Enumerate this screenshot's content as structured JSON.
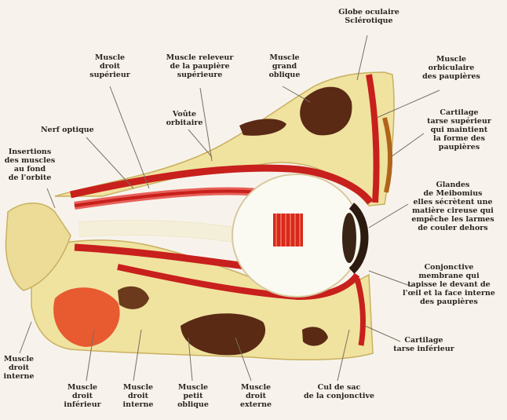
{
  "labels": {
    "globe": "Globe oculaire\nSclérotique",
    "muscle_droit_superieur": "Muscle\ndroit\nsupérieur",
    "muscle_releveur": "Muscle releveur\nde la paupière\nsupérieure",
    "muscle_grand_oblique": "Muscle\ngrand\noblique",
    "muscle_orbiculaire": "Muscle\norbiculaire\ndes paupières",
    "voute_orbitaire": "Voûte\norbitaire",
    "nerf_optique": "Nerf optique",
    "cartilage_tarse_superieur": "Cartilage\ntarse supérieur\nqui maintient\nla forme des\npaupières",
    "insertions_muscles": "Insertions\ndes muscles\nau fond\nde l'orbite",
    "glandes_meibomius": "Glandes\nde Meibomius\nelles sécrètent une\nmatière cireuse qui\nempêche les larmes\nde couler dehors",
    "conjonctive": "Conjonctive\nmembrane qui\ntapisse le devant de\nl'œil et la face interne\ndes paupières",
    "cartilage_tarse_inferieur": "Cartilage\ntarse inférieur",
    "muscle_droit_interne_left": "Muscle\ndroit\ninterne",
    "muscle_droit_inferieur": "Muscle\ndroit\ninférieur",
    "muscle_droit_interne_bottom": "Muscle\ndroit\ninterne",
    "muscle_petit_oblique": "Muscle\npetit\noblique",
    "muscle_droit_externe": "Muscle\ndroit\nexterne",
    "cul_de_sac": "Cul de sac\nde la conjonctive"
  },
  "colors": {
    "bone": "#f0e3a0",
    "bone_dark": "#d8c270",
    "muscle": "#c8201c",
    "muscle_light": "#e8605a",
    "globe": "#fbfaf2",
    "cavity": "#5a2a14",
    "leader": "#7a6f60"
  }
}
